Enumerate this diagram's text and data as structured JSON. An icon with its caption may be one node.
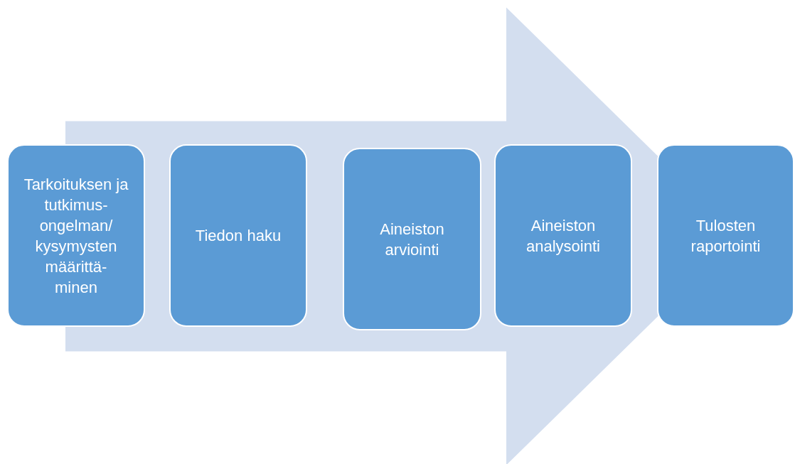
{
  "diagram": {
    "nodes": [
      {
        "text": [
          "Tarkoituksen ja tutkimus- ongelman/ kysymysten määrittä- minen"
        ]
      },
      {
        "text": [
          "Tiedon haku"
        ]
      },
      {
        "text": [
          "Aineiston arviointi"
        ]
      },
      {
        "text": [
          "Aineiston analysointi"
        ]
      },
      {
        "text": [
          "Tulosten raportointi"
        ]
      }
    ],
    "edges": [
      {
        "from": 0,
        "to": 4,
        "arrow": "to",
        "style": "thick"
      }
    ]
  }
}
